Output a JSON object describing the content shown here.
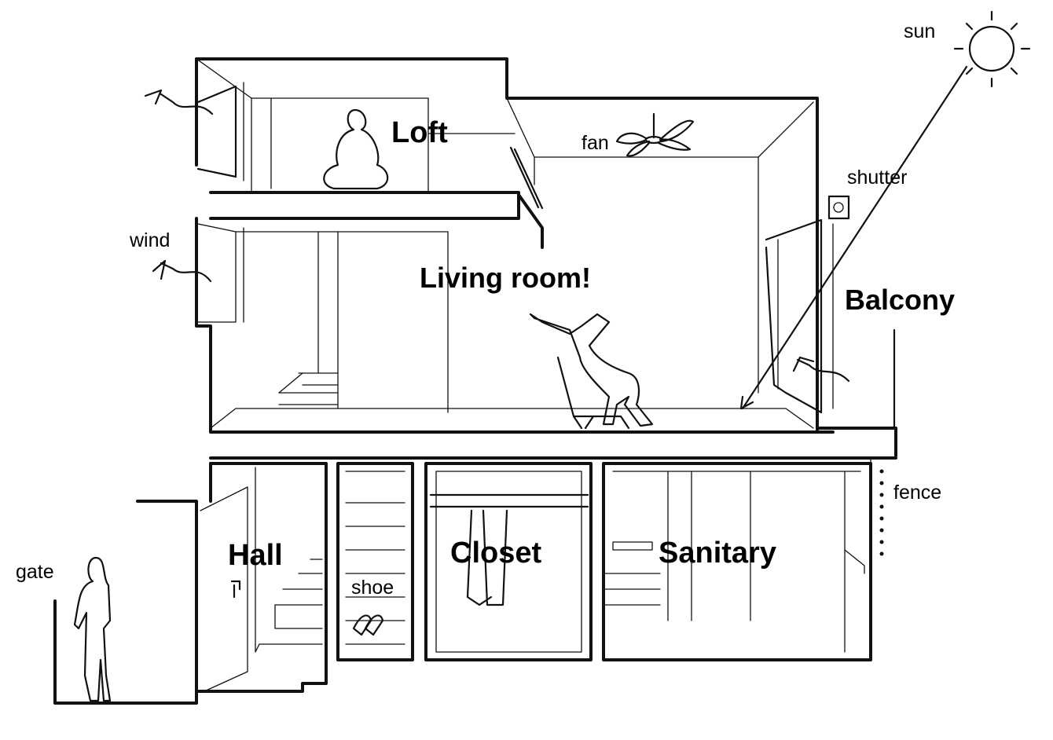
{
  "rooms": {
    "loft": "Loft",
    "living": "Living room!",
    "balcony": "Balcony",
    "hall": "Hall",
    "closet": "Closet",
    "sanitary": "Sanitary"
  },
  "annotations": {
    "sun": "sun",
    "fan": "fan",
    "shutter": "shutter",
    "wind": "wind",
    "fence": "fence",
    "gate": "gate",
    "shoe": "shoe"
  },
  "colors": {
    "ink": "#111111",
    "paper": "#ffffff"
  }
}
